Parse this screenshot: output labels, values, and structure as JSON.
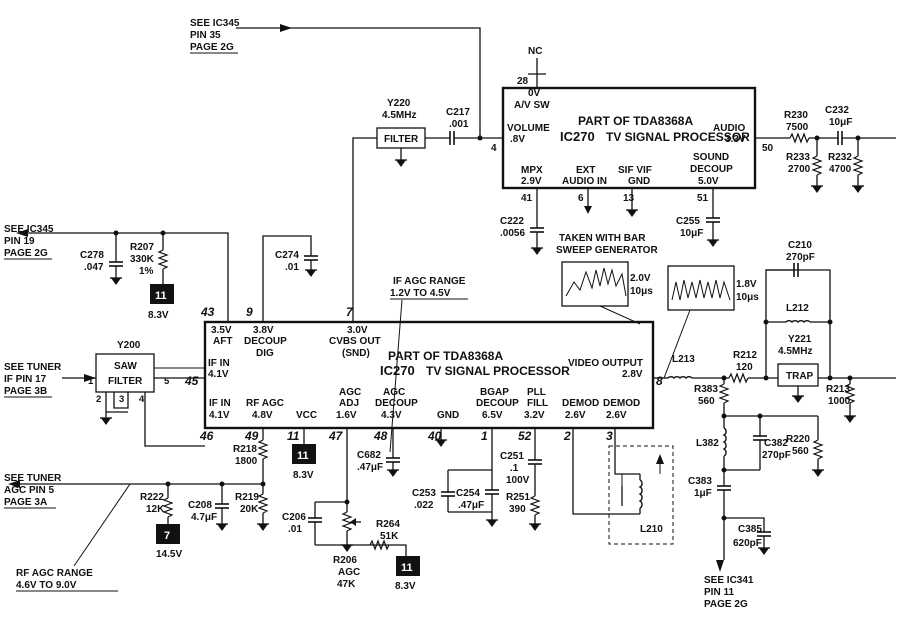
{
  "refs": {
    "ic345_top": [
      "SEE IC345",
      "PIN 35",
      "PAGE 2G"
    ],
    "ic345_left": [
      "SEE IC345",
      "PIN 19",
      "PAGE 2G"
    ],
    "tuner_if": [
      "SEE TUNER",
      "IF PIN 17",
      "PAGE 3B"
    ],
    "tuner_agc": [
      "SEE TUNER",
      "AGC PIN 5",
      "PAGE 3A"
    ],
    "ic341": [
      "SEE IC341",
      "PIN 11",
      "PAGE 2G"
    ]
  },
  "ic_top": {
    "part": "PART OF  TDA8368A",
    "name": "IC270",
    "func": "TV SIGNAL PROCESSOR",
    "volume": [
      "VOLUME",
      ".8V"
    ],
    "audio": [
      "AUDIO",
      "3.3V"
    ],
    "av_sw": [
      "0V",
      "A/V SW"
    ],
    "mpx": [
      "MPX",
      "2.9V"
    ],
    "ext_audio": [
      "EXT",
      "AUDIO  IN"
    ],
    "sif_vif": [
      "SIF VIF",
      "GND"
    ],
    "sound_decoup": [
      "SOUND",
      "DECOUP",
      "5.0V"
    ],
    "pins": {
      "p28": "28",
      "p4": "4",
      "p41": "41",
      "p6": "6",
      "p13": "13",
      "p51": "51",
      "p50": "50"
    },
    "nc": "NC"
  },
  "ic_main": {
    "part": "PART OF  TDA8368A",
    "name": "IC270",
    "func": "TV SIGNAL PROCESSOR",
    "aft": [
      "3.5V",
      "AFT"
    ],
    "decoup_dig": [
      "3.8V",
      "DECOUP",
      "DIG"
    ],
    "cvbs": [
      "3.0V",
      "CVBS OUT",
      "(SND)"
    ],
    "if_in_a": [
      "IF IN",
      "4.1V"
    ],
    "if_in_b": [
      "IF IN",
      "4.1V"
    ],
    "rf_agc": [
      "RF AGC",
      "4.8V"
    ],
    "vcc": "VCC",
    "agc_adj": [
      "AGC",
      "ADJ",
      "1.6V"
    ],
    "agc_decoup": [
      "AGC",
      "DECOUP",
      "4.3V"
    ],
    "gnd": "GND",
    "bgap": [
      "BGAP",
      "DECOUP",
      "6.5V"
    ],
    "pll": [
      "PLL",
      "FILL",
      "3.2V"
    ],
    "demod1": [
      "DEMOD",
      "2.6V"
    ],
    "demod2": [
      "DEMOD",
      "2.6V"
    ],
    "video_out": [
      "VIDEO OUTPUT",
      "2.8V"
    ],
    "pins": {
      "p43": "43",
      "p9": "9",
      "p7": "7",
      "p45": "45",
      "p8": "8",
      "p46": "46",
      "p49": "49",
      "p11": "11",
      "p47": "47",
      "p48": "48",
      "p40": "40",
      "p1": "1",
      "p52": "52",
      "p2": "2",
      "p3": "3"
    }
  },
  "parts": {
    "y220": [
      "Y220",
      "4.5MHz"
    ],
    "filter": "FILTER",
    "c217": [
      "C217",
      ".001"
    ],
    "r230": [
      "R230",
      "7500"
    ],
    "c232": [
      "C232",
      "10μF"
    ],
    "r233": [
      "R233",
      "2700"
    ],
    "r232": [
      "R232",
      "4700"
    ],
    "c222": [
      "C222",
      ".0056"
    ],
    "c255": [
      "C255",
      "10μF"
    ],
    "c278": [
      "C278",
      ".047"
    ],
    "r207": [
      "R207",
      "330K",
      "1%"
    ],
    "c274": [
      "C274",
      ".01"
    ],
    "y200": "Y200",
    "saw": [
      "SAW",
      "FILTER"
    ],
    "saw_pins": [
      "1",
      "2",
      "3",
      "4",
      "5"
    ],
    "r218": [
      "R218",
      "1800"
    ],
    "r219": [
      "R219",
      "20K"
    ],
    "r222": [
      "R222",
      "12K"
    ],
    "c208": [
      "C208",
      "4.7μF"
    ],
    "c206": [
      "C206",
      ".01"
    ],
    "r206": [
      "R206",
      "AGC",
      "47K"
    ],
    "r264": [
      "R264",
      "51K"
    ],
    "c682": [
      "C682",
      ".47μF"
    ],
    "c253": [
      "C253",
      ".022"
    ],
    "c254": [
      "C254",
      ".47μF"
    ],
    "c251": [
      "C251",
      ".1",
      "100V"
    ],
    "r251": [
      "R251",
      "390"
    ],
    "l210": "L210",
    "l213": "L213",
    "r212": [
      "R212",
      "120"
    ],
    "c210": [
      "C210",
      "270pF"
    ],
    "l212": "L212",
    "y221": [
      "Y221",
      "4.5MHz"
    ],
    "trap": "TRAP",
    "r213": [
      "R213",
      "1000"
    ],
    "r383": [
      "R383",
      "560"
    ],
    "l382": "L382",
    "c382": [
      "C382",
      "270pF"
    ],
    "r220": [
      "R220",
      "560"
    ],
    "c383": [
      "C383",
      "1μF"
    ],
    "c385": [
      "C385",
      "620pF"
    ]
  },
  "badges": {
    "b1": "11",
    "b2": "11",
    "b3": "7",
    "b4": "11"
  },
  "volts": {
    "v1": "8.3V",
    "v2": "8.3V",
    "v3": "14.5V",
    "v4": "8.3V"
  },
  "notes": {
    "sweep": [
      "TAKEN WITH BAR",
      "SWEEP GENERATOR"
    ],
    "ifagc": [
      "IF AGC RANGE",
      "1.2V TO 4.5V"
    ],
    "rfagc": [
      "RF AGC RANGE",
      "4.6V TO 9.0V"
    ],
    "scope1": [
      "2.0V",
      "10μs"
    ],
    "scope2": [
      "1.8V",
      "10μs"
    ]
  }
}
